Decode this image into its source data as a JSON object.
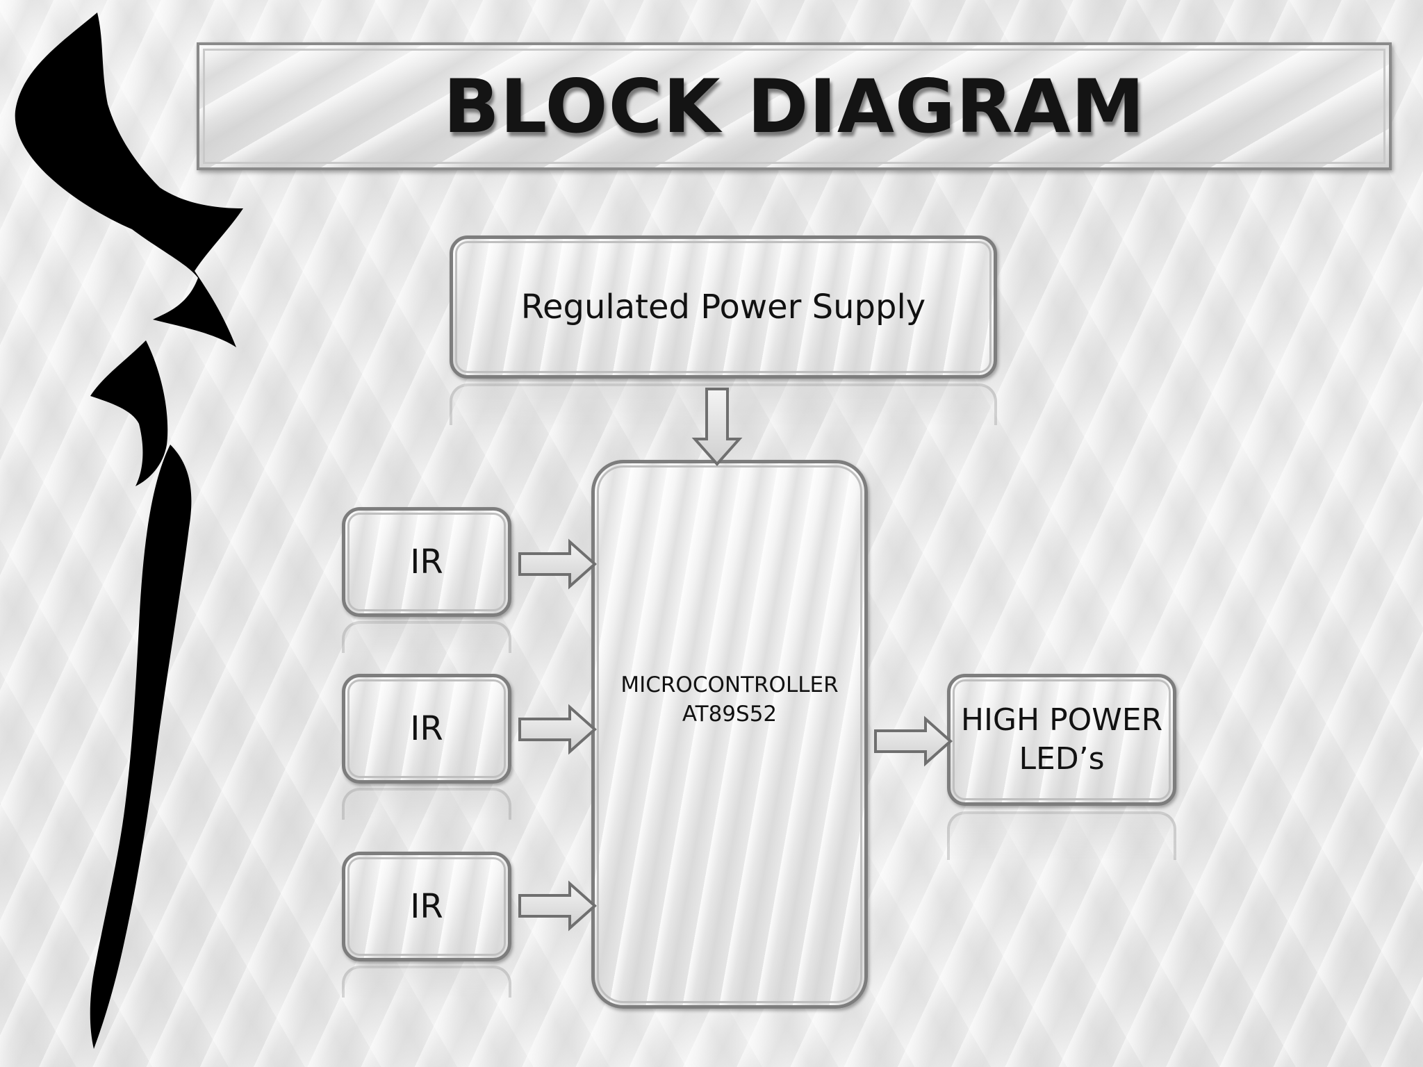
{
  "title": "BLOCK DIAGRAM",
  "blocks": {
    "power_supply": "Regulated Power Supply",
    "microcontroller_line1": "MICROCONTROLLER",
    "microcontroller_line2": "AT89S52",
    "ir_sensors": [
      "IR",
      "IR",
      "IR"
    ],
    "output_line1": "HIGH POWER",
    "output_line2": "LED’s"
  },
  "connections": [
    {
      "from": "Regulated Power Supply",
      "to": "MICROCONTROLLER AT89S52"
    },
    {
      "from": "IR",
      "to": "MICROCONTROLLER AT89S52"
    },
    {
      "from": "IR",
      "to": "MICROCONTROLLER AT89S52"
    },
    {
      "from": "IR",
      "to": "MICROCONTROLLER AT89S52"
    },
    {
      "from": "MICROCONTROLLER AT89S52",
      "to": "HIGH POWER LED’s"
    }
  ],
  "colors": {
    "background": "#ececec",
    "block_border": "#7d7d7d",
    "text": "#111111",
    "brush": "#000000"
  }
}
